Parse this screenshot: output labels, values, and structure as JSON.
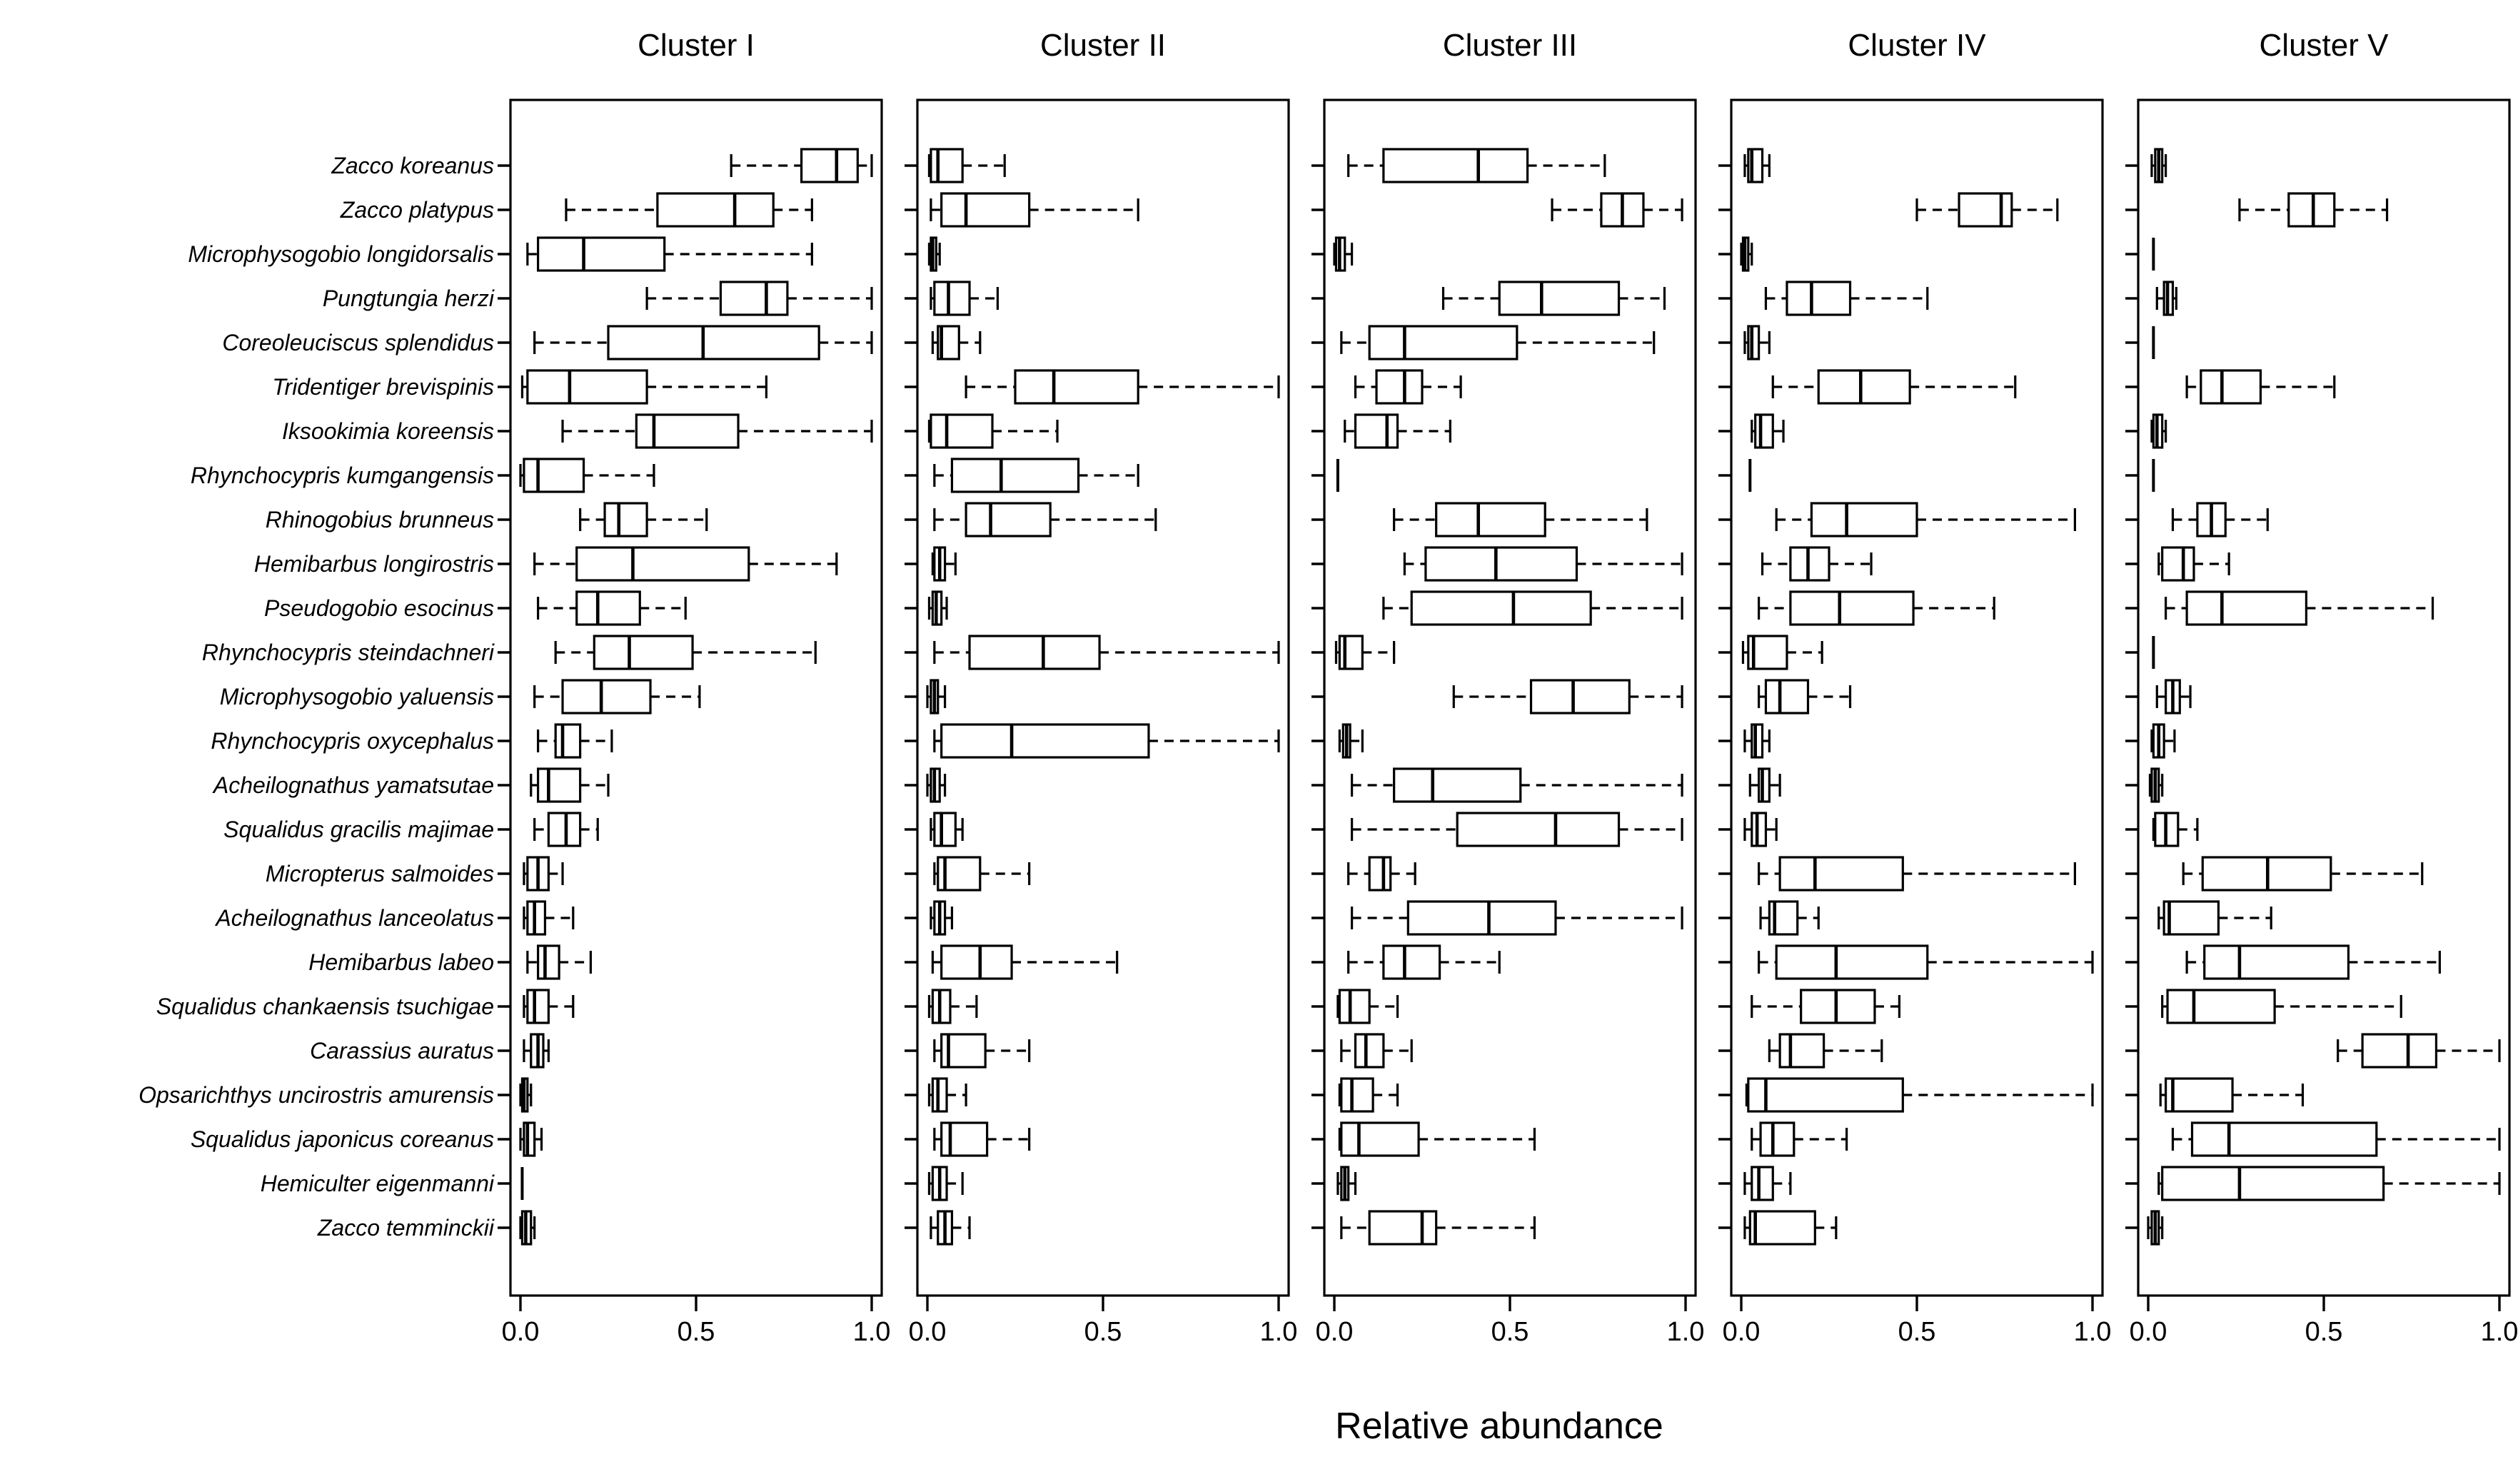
{
  "chart_data": {
    "type": "boxplot",
    "title": "",
    "xlabel": "Relative abundance",
    "x_ticks": [
      "0.0",
      "0.5",
      "1.0"
    ],
    "x_tick_values": [
      0,
      0.5,
      1
    ],
    "xlim": [
      0,
      1
    ],
    "grid": false,
    "legend_position": "none",
    "colors": {
      "stroke": "#000000",
      "background": "#ffffff"
    },
    "species": [
      "Zacco koreanus",
      "Zacco platypus",
      "Microphysogobio longidorsalis",
      "Pungtungia herzi",
      "Coreoleuciscus splendidus",
      "Tridentiger brevispinis",
      "Iksookimia koreensis",
      "Rhynchocypris kumgangensis",
      "Rhinogobius brunneus",
      "Hemibarbus longirostris",
      "Pseudogobio esocinus",
      "Rhynchocypris steindachneri",
      "Microphysogobio yaluensis",
      "Rhynchocypris oxycephalus",
      "Acheilognathus yamatsutae",
      "Squalidus gracilis majimae",
      "Micropterus salmoides",
      "Acheilognathus lanceolatus",
      "Hemibarbus labeo",
      "Squalidus chankaensis tsuchigae",
      "Carassius auratus",
      "Opsarichthys uncirostris amurensis",
      "Squalidus japonicus coreanus",
      "Hemiculter eigenmanni",
      "Zacco temminckii"
    ],
    "stats_format": [
      "whisker_low",
      "q1",
      "median",
      "q3",
      "whisker_high"
    ],
    "clusters": [
      {
        "label": "Cluster I",
        "stats": [
          [
            0.6,
            0.8,
            0.9,
            0.96,
            1.0
          ],
          [
            0.13,
            0.39,
            0.61,
            0.72,
            0.83
          ],
          [
            0.02,
            0.05,
            0.18,
            0.41,
            0.83
          ],
          [
            0.36,
            0.57,
            0.7,
            0.76,
            1.0
          ],
          [
            0.04,
            0.25,
            0.52,
            0.85,
            1.0
          ],
          [
            0.005,
            0.02,
            0.14,
            0.36,
            0.7
          ],
          [
            0.12,
            0.33,
            0.38,
            0.62,
            1.0
          ],
          [
            0.0,
            0.01,
            0.05,
            0.18,
            0.38
          ],
          [
            0.17,
            0.24,
            0.28,
            0.36,
            0.53
          ],
          [
            0.04,
            0.16,
            0.32,
            0.65,
            0.9
          ],
          [
            0.05,
            0.16,
            0.22,
            0.34,
            0.47
          ],
          [
            0.1,
            0.21,
            0.31,
            0.49,
            0.84
          ],
          [
            0.04,
            0.12,
            0.23,
            0.37,
            0.51
          ],
          [
            0.05,
            0.1,
            0.12,
            0.17,
            0.26
          ],
          [
            0.03,
            0.05,
            0.08,
            0.17,
            0.25
          ],
          [
            0.04,
            0.08,
            0.13,
            0.17,
            0.22
          ],
          [
            0.01,
            0.02,
            0.05,
            0.08,
            0.12
          ],
          [
            0.01,
            0.02,
            0.04,
            0.07,
            0.15
          ],
          [
            0.02,
            0.05,
            0.07,
            0.11,
            0.2
          ],
          [
            0.01,
            0.02,
            0.04,
            0.08,
            0.15
          ],
          [
            0.01,
            0.03,
            0.05,
            0.065,
            0.08
          ],
          [
            0.0,
            0.005,
            0.01,
            0.02,
            0.03
          ],
          [
            0.0,
            0.01,
            0.02,
            0.04,
            0.06
          ],
          [
            0.005,
            0.005,
            0.005,
            0.005,
            0.005
          ],
          [
            0.0,
            0.005,
            0.015,
            0.03,
            0.04
          ]
        ]
      },
      {
        "label": "Cluster II",
        "stats": [
          [
            0.005,
            0.01,
            0.03,
            0.1,
            0.22
          ],
          [
            0.01,
            0.04,
            0.11,
            0.29,
            0.6
          ],
          [
            0.005,
            0.01,
            0.015,
            0.025,
            0.035
          ],
          [
            0.01,
            0.02,
            0.06,
            0.12,
            0.2
          ],
          [
            0.015,
            0.03,
            0.04,
            0.09,
            0.15
          ],
          [
            0.11,
            0.25,
            0.36,
            0.6,
            1.0
          ],
          [
            0.005,
            0.01,
            0.055,
            0.185,
            0.37
          ],
          [
            0.02,
            0.07,
            0.21,
            0.43,
            0.6
          ],
          [
            0.02,
            0.11,
            0.18,
            0.35,
            0.65
          ],
          [
            0.015,
            0.02,
            0.035,
            0.05,
            0.08
          ],
          [
            0.005,
            0.015,
            0.025,
            0.04,
            0.055
          ],
          [
            0.02,
            0.12,
            0.33,
            0.49,
            1.0
          ],
          [
            0.0,
            0.01,
            0.02,
            0.03,
            0.05
          ],
          [
            0.02,
            0.04,
            0.24,
            0.63,
            1.0
          ],
          [
            0.0,
            0.01,
            0.02,
            0.035,
            0.05
          ],
          [
            0.01,
            0.02,
            0.04,
            0.08,
            0.1
          ],
          [
            0.02,
            0.03,
            0.05,
            0.15,
            0.29
          ],
          [
            0.01,
            0.02,
            0.035,
            0.05,
            0.07
          ],
          [
            0.015,
            0.04,
            0.15,
            0.24,
            0.54
          ],
          [
            0.005,
            0.015,
            0.035,
            0.065,
            0.14
          ],
          [
            0.02,
            0.04,
            0.06,
            0.165,
            0.29
          ],
          [
            0.005,
            0.015,
            0.03,
            0.055,
            0.11
          ],
          [
            0.02,
            0.04,
            0.065,
            0.17,
            0.29
          ],
          [
            0.005,
            0.015,
            0.035,
            0.055,
            0.1
          ],
          [
            0.01,
            0.03,
            0.05,
            0.07,
            0.12
          ]
        ]
      },
      {
        "label": "Cluster III",
        "stats": [
          [
            0.04,
            0.14,
            0.41,
            0.55,
            0.77
          ],
          [
            0.62,
            0.76,
            0.82,
            0.88,
            0.99
          ],
          [
            0.0,
            0.005,
            0.015,
            0.03,
            0.05
          ],
          [
            0.31,
            0.47,
            0.59,
            0.81,
            0.94
          ],
          [
            0.02,
            0.1,
            0.2,
            0.52,
            0.91
          ],
          [
            0.06,
            0.12,
            0.2,
            0.25,
            0.36
          ],
          [
            0.03,
            0.06,
            0.15,
            0.18,
            0.33
          ],
          [
            0.01,
            0.01,
            0.01,
            0.01,
            0.01
          ],
          [
            0.17,
            0.29,
            0.41,
            0.6,
            0.89
          ],
          [
            0.2,
            0.26,
            0.46,
            0.69,
            0.99
          ],
          [
            0.14,
            0.22,
            0.51,
            0.73,
            0.99
          ],
          [
            0.005,
            0.015,
            0.03,
            0.08,
            0.17
          ],
          [
            0.34,
            0.56,
            0.68,
            0.84,
            0.99
          ],
          [
            0.015,
            0.025,
            0.035,
            0.045,
            0.08
          ],
          [
            0.05,
            0.17,
            0.28,
            0.53,
            0.99
          ],
          [
            0.05,
            0.35,
            0.63,
            0.81,
            0.99
          ],
          [
            0.04,
            0.1,
            0.14,
            0.16,
            0.23
          ],
          [
            0.05,
            0.21,
            0.44,
            0.63,
            0.99
          ],
          [
            0.04,
            0.14,
            0.2,
            0.3,
            0.47
          ],
          [
            0.01,
            0.015,
            0.045,
            0.1,
            0.18
          ],
          [
            0.02,
            0.06,
            0.09,
            0.14,
            0.22
          ],
          [
            0.015,
            0.02,
            0.05,
            0.11,
            0.18
          ],
          [
            0.015,
            0.02,
            0.07,
            0.24,
            0.57
          ],
          [
            0.01,
            0.02,
            0.03,
            0.04,
            0.06
          ],
          [
            0.02,
            0.1,
            0.25,
            0.29,
            0.57
          ]
        ]
      },
      {
        "label": "Cluster IV",
        "stats": [
          [
            0.01,
            0.02,
            0.03,
            0.06,
            0.08
          ],
          [
            0.5,
            0.62,
            0.74,
            0.77,
            0.9
          ],
          [
            0.0,
            0.005,
            0.01,
            0.02,
            0.03
          ],
          [
            0.07,
            0.13,
            0.2,
            0.31,
            0.53
          ],
          [
            0.01,
            0.02,
            0.03,
            0.05,
            0.08
          ],
          [
            0.09,
            0.22,
            0.34,
            0.48,
            0.78
          ],
          [
            0.03,
            0.04,
            0.055,
            0.09,
            0.12
          ],
          [
            0.025,
            0.025,
            0.025,
            0.025,
            0.025
          ],
          [
            0.1,
            0.2,
            0.3,
            0.5,
            0.95
          ],
          [
            0.06,
            0.14,
            0.19,
            0.25,
            0.37
          ],
          [
            0.05,
            0.14,
            0.28,
            0.49,
            0.72
          ],
          [
            0.005,
            0.02,
            0.035,
            0.13,
            0.23
          ],
          [
            0.05,
            0.07,
            0.11,
            0.19,
            0.31
          ],
          [
            0.01,
            0.03,
            0.04,
            0.06,
            0.08
          ],
          [
            0.025,
            0.05,
            0.06,
            0.08,
            0.11
          ],
          [
            0.01,
            0.03,
            0.045,
            0.07,
            0.1
          ],
          [
            0.05,
            0.11,
            0.21,
            0.46,
            0.95
          ],
          [
            0.055,
            0.08,
            0.095,
            0.16,
            0.22
          ],
          [
            0.05,
            0.1,
            0.27,
            0.53,
            1.0
          ],
          [
            0.03,
            0.17,
            0.27,
            0.38,
            0.45
          ],
          [
            0.08,
            0.11,
            0.14,
            0.235,
            0.4
          ],
          [
            0.015,
            0.02,
            0.07,
            0.46,
            1.0
          ],
          [
            0.03,
            0.055,
            0.09,
            0.15,
            0.3
          ],
          [
            0.01,
            0.03,
            0.05,
            0.09,
            0.14
          ],
          [
            0.01,
            0.025,
            0.04,
            0.21,
            0.27
          ]
        ]
      },
      {
        "label": "Cluster V",
        "stats": [
          [
            0.01,
            0.02,
            0.03,
            0.04,
            0.05
          ],
          [
            0.26,
            0.4,
            0.47,
            0.53,
            0.68
          ],
          [
            0.015,
            0.015,
            0.015,
            0.015,
            0.015
          ],
          [
            0.025,
            0.045,
            0.055,
            0.07,
            0.08
          ],
          [
            0.015,
            0.015,
            0.015,
            0.015,
            0.015
          ],
          [
            0.11,
            0.15,
            0.21,
            0.32,
            0.53
          ],
          [
            0.01,
            0.015,
            0.025,
            0.04,
            0.05
          ],
          [
            0.015,
            0.015,
            0.015,
            0.015,
            0.015
          ],
          [
            0.07,
            0.14,
            0.18,
            0.22,
            0.34
          ],
          [
            0.03,
            0.04,
            0.1,
            0.13,
            0.23
          ],
          [
            0.05,
            0.11,
            0.21,
            0.45,
            0.81
          ],
          [
            0.015,
            0.015,
            0.015,
            0.015,
            0.015
          ],
          [
            0.025,
            0.05,
            0.07,
            0.09,
            0.12
          ],
          [
            0.01,
            0.015,
            0.03,
            0.045,
            0.075
          ],
          [
            0.005,
            0.01,
            0.02,
            0.03,
            0.04
          ],
          [
            0.015,
            0.02,
            0.05,
            0.085,
            0.14
          ],
          [
            0.1,
            0.155,
            0.34,
            0.52,
            0.78
          ],
          [
            0.03,
            0.045,
            0.06,
            0.2,
            0.35
          ],
          [
            0.11,
            0.16,
            0.26,
            0.57,
            0.83
          ],
          [
            0.04,
            0.055,
            0.13,
            0.36,
            0.72
          ],
          [
            0.54,
            0.61,
            0.74,
            0.82,
            1.0
          ],
          [
            0.035,
            0.05,
            0.07,
            0.24,
            0.44
          ],
          [
            0.07,
            0.125,
            0.23,
            0.65,
            1.0
          ],
          [
            0.03,
            0.04,
            0.26,
            0.67,
            1.0
          ],
          [
            0.0,
            0.01,
            0.02,
            0.03,
            0.04
          ]
        ]
      }
    ]
  }
}
